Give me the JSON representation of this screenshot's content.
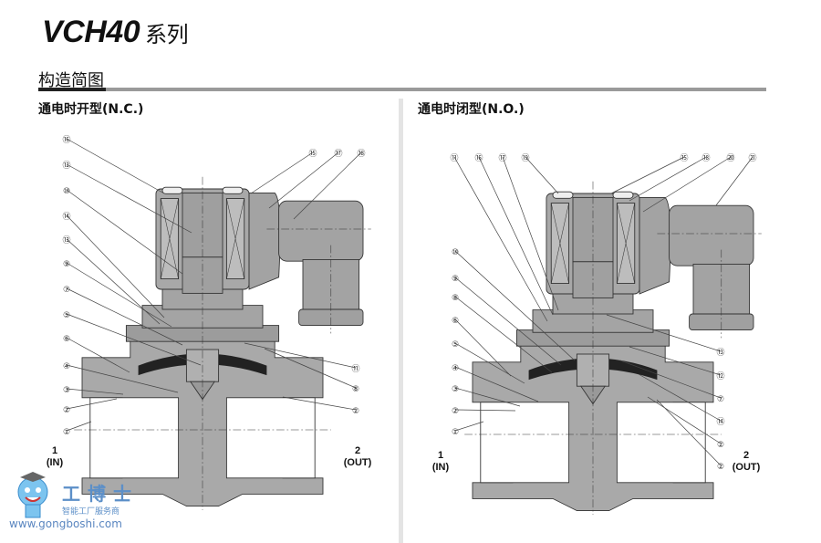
{
  "header": {
    "series": "VCH40",
    "series_suffix": "系列",
    "section_title": "构造简图"
  },
  "diagrams": [
    {
      "id": "nc",
      "title": "通电时开型(N.C.)",
      "labels_left": [
        "⑯",
        "⑫",
        "⑩",
        "⑭",
        "⑬",
        "⑨",
        "⑦",
        "⑤",
        "⑥",
        "④",
        "③",
        "②",
        "①"
      ],
      "labels_top": [
        "⑮",
        "⑰",
        "⑱"
      ],
      "labels_right": [
        "⑪",
        "⑧",
        "②"
      ],
      "port_in": {
        "num": "1",
        "name": "(IN)"
      },
      "port_out": {
        "num": "2",
        "name": "(OUT)"
      }
    },
    {
      "id": "no",
      "title": "通电时闭型(N.O.)",
      "labels_top_left": [
        "⑪",
        "⑯",
        "⑰",
        "⑲"
      ],
      "labels_left": [
        "⑩",
        "⑨",
        "⑧",
        "⑥",
        "⑤",
        "④",
        "③",
        "②",
        "①"
      ],
      "labels_top": [
        "⑮",
        "⑱",
        "⑳",
        "㉑"
      ],
      "labels_right": [
        "⑬",
        "⑫",
        "⑦",
        "⑭",
        "②",
        "②"
      ],
      "port_in": {
        "num": "1",
        "name": "(IN)"
      },
      "port_out": {
        "num": "2",
        "name": "(OUT)"
      }
    }
  ],
  "watermark": {
    "brand": "工博士",
    "tagline": "智能工厂服务商",
    "url": "www.gongboshi.com",
    "registered": "®"
  }
}
